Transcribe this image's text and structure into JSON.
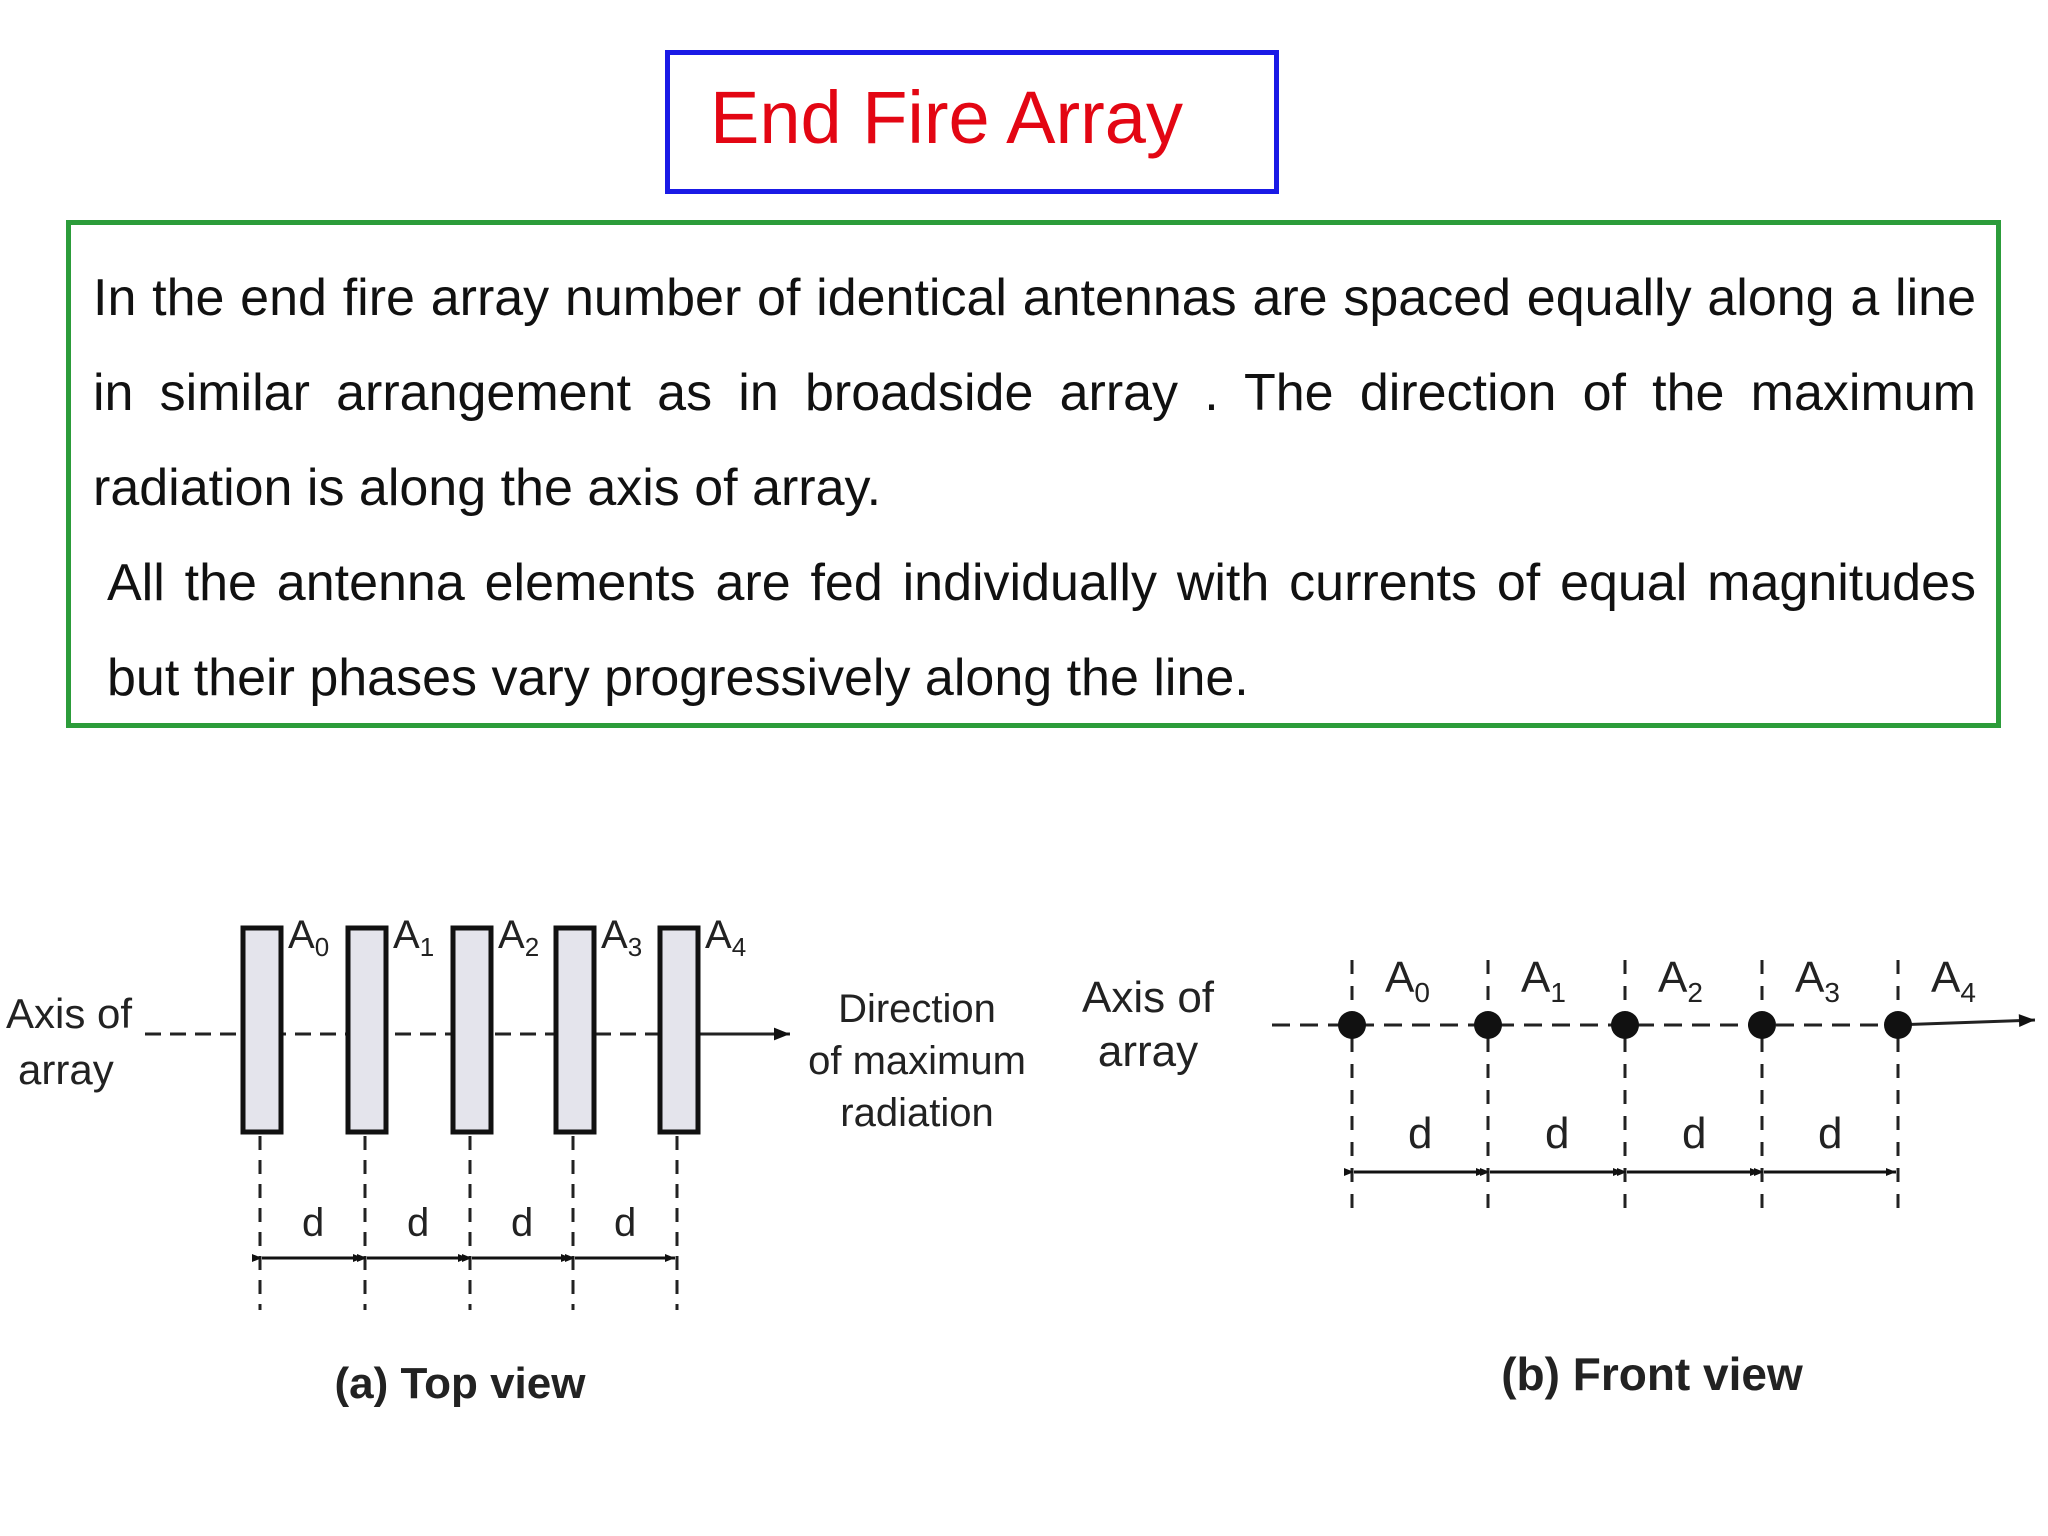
{
  "title": "End Fire Array",
  "description": {
    "p1": "In the end fire array number of identical antennas are spaced equally along a line in similar arrangement as in broadside array . The direction of the maximum radiation is along the axis of array.",
    "p2": "All the antenna elements are fed individually with currents of equal magnitudes but their phases vary progressively along the line."
  },
  "top_view": {
    "axis_label_line1": "Axis of",
    "axis_label_line2": "array",
    "elements": [
      "A0",
      "A1",
      "A2",
      "A3",
      "A4"
    ],
    "spacing_labels": [
      "d",
      "d",
      "d",
      "d"
    ],
    "direction_line1": "Direction",
    "direction_line2": "of maximum",
    "direction_line3": "radiation",
    "caption": "(a) Top view"
  },
  "front_view": {
    "axis_label_line1": "Axis of",
    "axis_label_line2": "array",
    "elements": [
      "A0",
      "A1",
      "A2",
      "A3",
      "A4"
    ],
    "spacing_labels": [
      "d",
      "d",
      "d",
      "d"
    ],
    "caption": "(b) Front view"
  },
  "colors": {
    "title": "#e30613",
    "title_border": "#1a1ae6",
    "text_border": "#2c9c3a",
    "element_fill": "#e4e4ec"
  }
}
